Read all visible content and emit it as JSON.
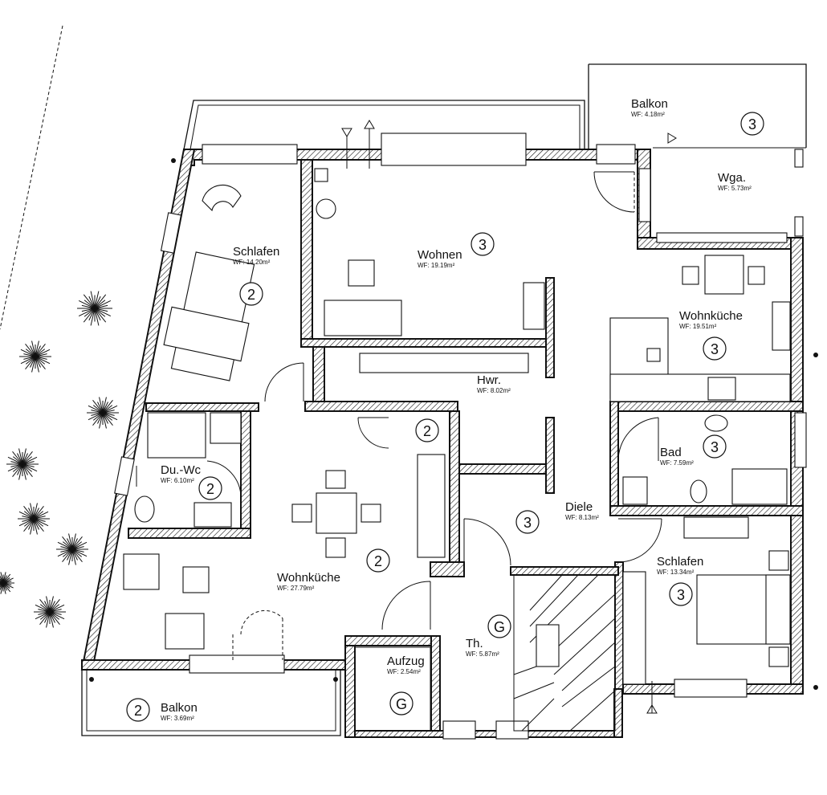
{
  "rooms": [
    {
      "id": "schlafen-nw",
      "name": "Schlafen",
      "area": "WF: 14.20m²",
      "unit": "2"
    },
    {
      "id": "wohnen",
      "name": "Wohnen",
      "area": "WF: 19.19m²",
      "unit": "3"
    },
    {
      "id": "balkon-ne",
      "name": "Balkon",
      "area": "WF: 4.18m²",
      "unit": "3"
    },
    {
      "id": "wga",
      "name": "Wga.",
      "area": "WF: 5.73m²"
    },
    {
      "id": "wohnkueche-e",
      "name": "Wohnküche",
      "area": "WF: 19.51m²",
      "unit": "3"
    },
    {
      "id": "hwr",
      "name": "Hwr.",
      "area": "WF: 8.02m²"
    },
    {
      "id": "bad",
      "name": "Bad",
      "area": "WF: 7.59m²",
      "unit": "3"
    },
    {
      "id": "du-wc",
      "name": "Du.-Wc",
      "area": "WF: 6.10m²",
      "unit": "2"
    },
    {
      "id": "diele",
      "name": "Diele",
      "area": "WF: 8.13m²",
      "unit": "3"
    },
    {
      "id": "wohnkueche-w",
      "name": "Wohnküche",
      "area": "WF: 27.79m²",
      "unit": "2"
    },
    {
      "id": "schlafen-se",
      "name": "Schlafen",
      "area": "WF: 13.34m²",
      "unit": "3"
    },
    {
      "id": "th",
      "name": "Th.",
      "area": "WF: 5.87m²",
      "unit": "G"
    },
    {
      "id": "aufzug",
      "name": "Aufzug",
      "area": "WF: 2.54m²",
      "unit": "G"
    },
    {
      "id": "balkon-sw",
      "name": "Balkon",
      "area": "WF: 3.69m²",
      "unit": "2"
    }
  ],
  "extra_unit_markers": [
    "2",
    "3"
  ]
}
